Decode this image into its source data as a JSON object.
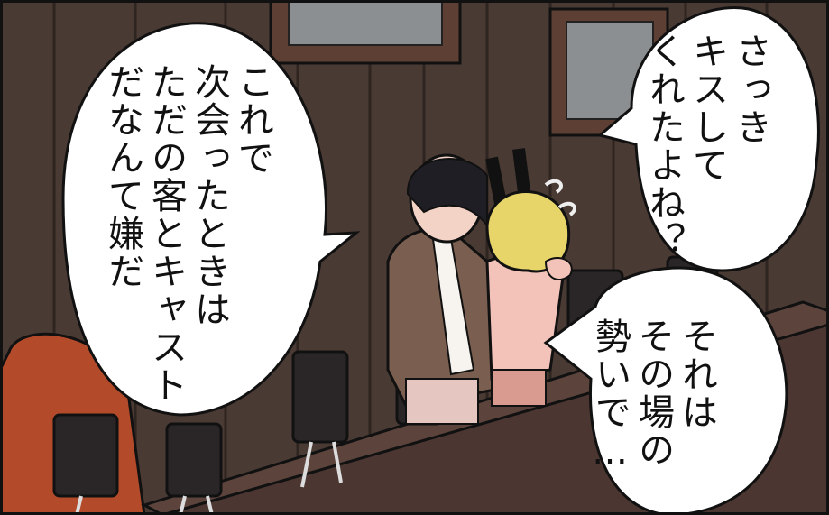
{
  "panel": {
    "bubbles": {
      "left": {
        "lines": [
          "これで",
          "次会ったときは",
          "ただの客とキャスト",
          "だなんて嫌だ"
        ]
      },
      "top_right": {
        "lines": [
          "さっき",
          "キスして",
          "くれたよね？"
        ]
      },
      "bottom_right": {
        "lines": [
          "それは",
          "その場の",
          "勢いで…"
        ]
      }
    },
    "colors": {
      "wall": "#4a3a34",
      "wall_dark": "#3a2d29",
      "counter": "#4b3631",
      "bubble_fill": "#ffffff",
      "outline": "#111111",
      "hair_blonde": "#e8d56a",
      "cardigan": "#7a5e4f",
      "sweater_pink": "#f3c2b8"
    }
  }
}
